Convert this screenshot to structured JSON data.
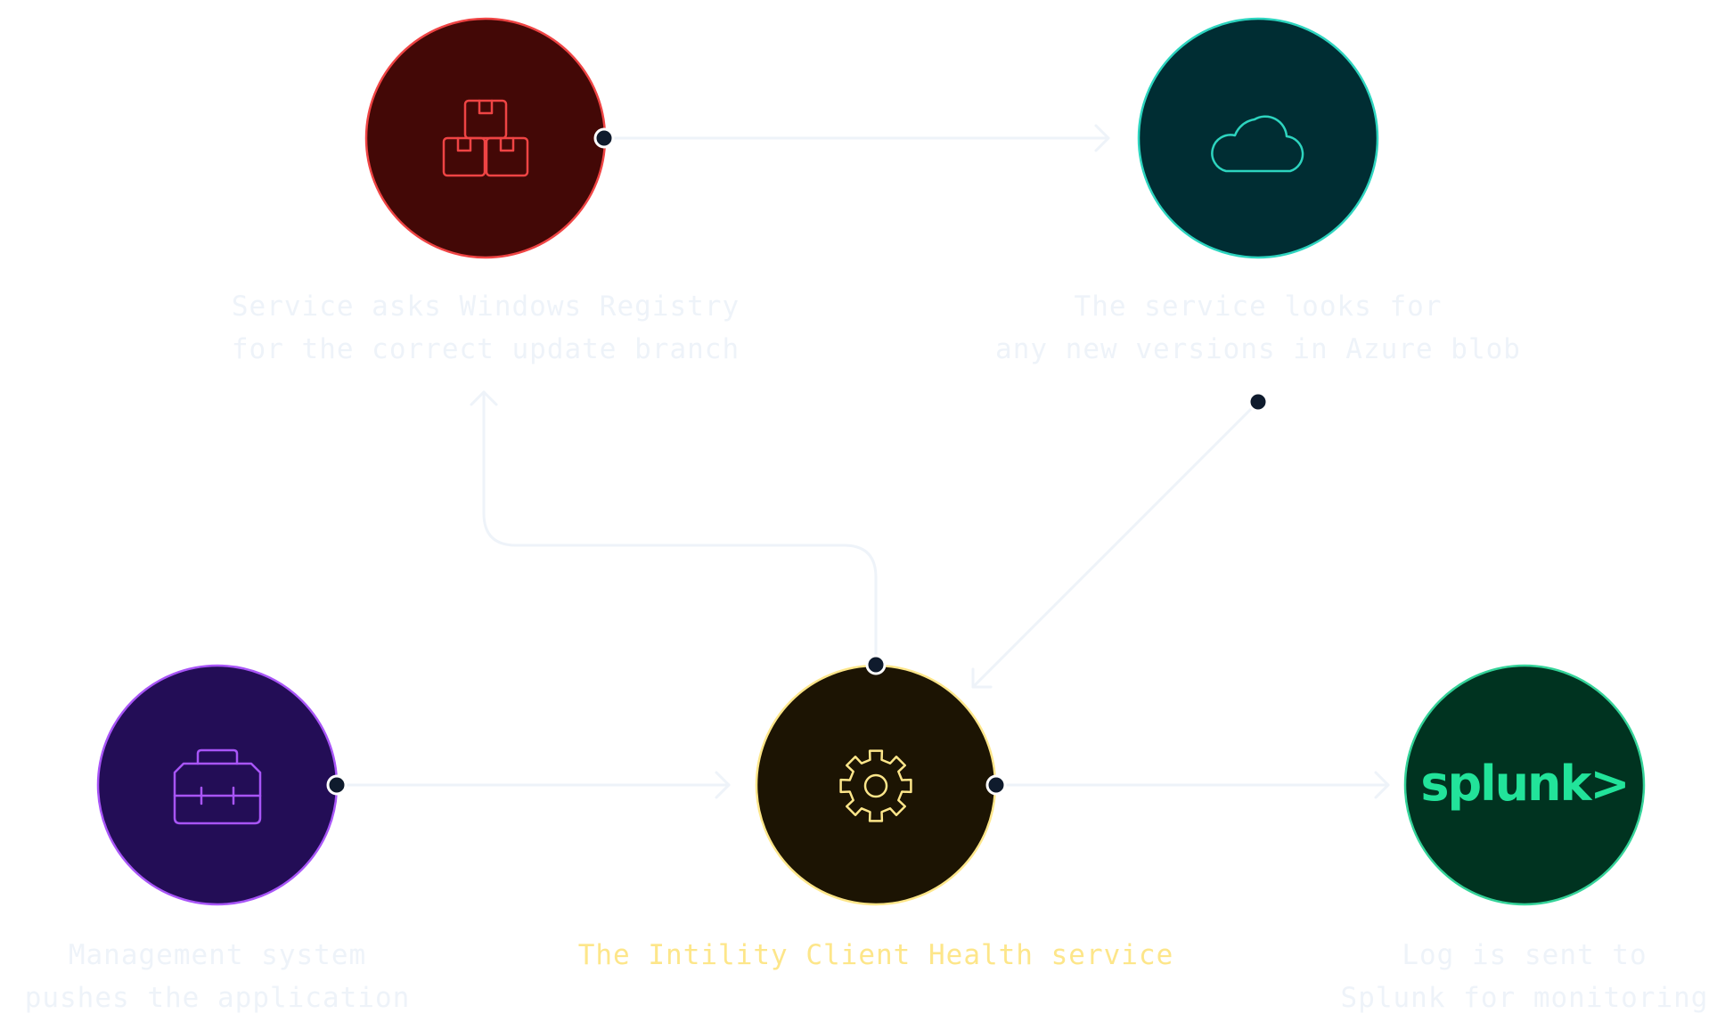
{
  "nodes": [
    {
      "id": "registry",
      "icon": "boxes-icon",
      "label_lines": [
        "Service asks Windows Registry",
        "for the correct update branch"
      ],
      "fill": "#430806",
      "stroke": "#ef4444"
    },
    {
      "id": "azure",
      "icon": "cloud-icon",
      "label_lines": [
        "The service looks for",
        "any new versions in Azure blob"
      ],
      "fill": "#002d33",
      "stroke": "#2dd4bf"
    },
    {
      "id": "management",
      "icon": "toolbox-icon",
      "label_lines": [
        "Management system",
        "pushes the application"
      ],
      "fill": "#230d56",
      "stroke": "#a855f7"
    },
    {
      "id": "health",
      "icon": "gear-icon",
      "label_lines": [
        "The Intility Client Health service"
      ],
      "fill": "#1c1403",
      "stroke": "#fde68a"
    },
    {
      "id": "splunk",
      "icon": "splunk-logo",
      "logo_text": "splunk>",
      "label_lines": [
        "Log is sent to",
        "Splunk for monitoring"
      ],
      "fill": "#003320",
      "stroke": "#34d399"
    }
  ],
  "colors": {
    "connector": "#eef3f9",
    "dot_fill": "#0f1b2d",
    "label": "#eef3f9",
    "highlight_label": "#fde68a",
    "splunk_green": "#22e39a"
  }
}
